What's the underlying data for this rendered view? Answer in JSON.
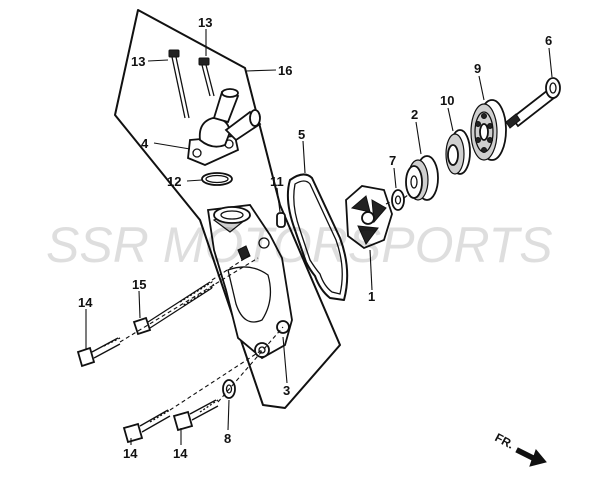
{
  "watermark": "SSR MOTORSPORTS",
  "direction_marker": "FR.",
  "callouts": {
    "c1": "1",
    "c2": "2",
    "c3": "3",
    "c4": "4",
    "c5": "5",
    "c6": "6",
    "c7": "7",
    "c8": "8",
    "c9": "9",
    "c10": "10",
    "c11": "11",
    "c12": "12",
    "c13a": "13",
    "c13b": "13",
    "c14a": "14",
    "c14b": "14",
    "c14c": "14",
    "c15": "15",
    "c16": "16"
  }
}
